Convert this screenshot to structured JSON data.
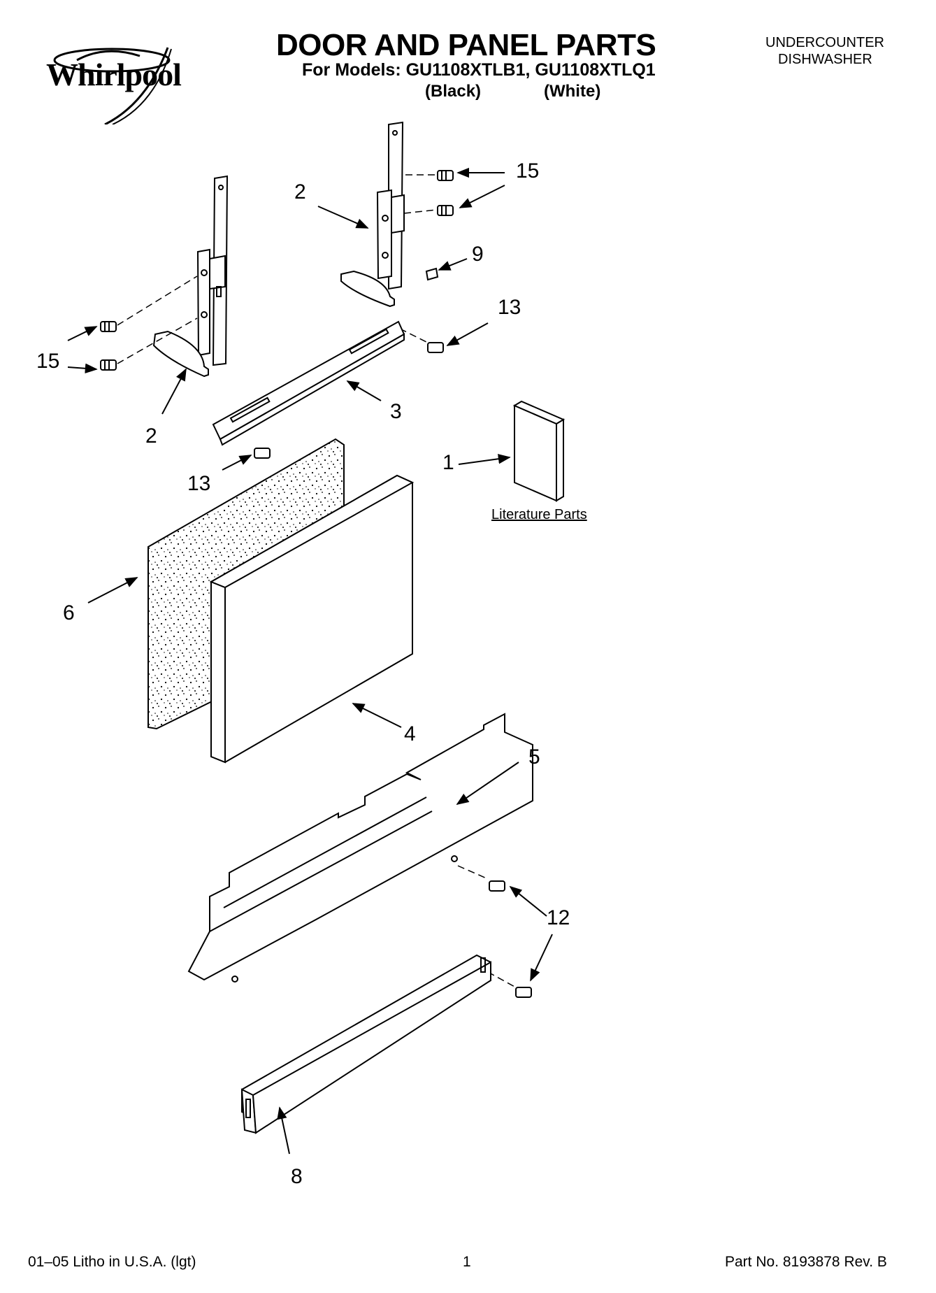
{
  "header": {
    "brand": "Whirlpool",
    "title": "DOOR AND PANEL PARTS",
    "models_line": "For Models: GU1108XTLB1, GU1108XTLQ1",
    "variant_black": "(Black)",
    "variant_white": "(White)",
    "appliance_line1": "UNDERCOUNTER",
    "appliance_line2": "DISHWASHER"
  },
  "diagram": {
    "literature_label": "Literature Parts",
    "callouts": {
      "c15_top": "15",
      "c2_top": "2",
      "c9": "9",
      "c13_right": "13",
      "c15_left": "15",
      "c2_left": "2",
      "c3": "3",
      "c13_left": "13",
      "c1": "1",
      "c6": "6",
      "c4": "4",
      "c5": "5",
      "c12": "12",
      "c8": "8"
    }
  },
  "footer": {
    "litho": "01–05 Litho in U.S.A. (lgt)",
    "page": "1",
    "part_no": "Part No. 8193878 Rev. B"
  }
}
